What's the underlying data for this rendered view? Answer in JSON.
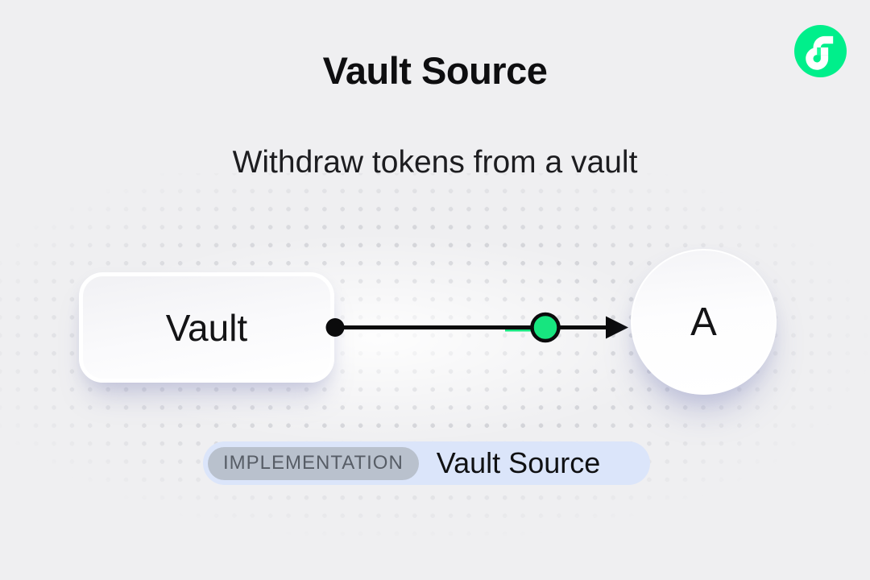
{
  "page": {
    "background_color": "#efeff1",
    "title": "Vault Source",
    "subtitle": "Withdraw tokens from a vault"
  },
  "logo": {
    "name": "Flow",
    "circle_color": "#00EF8B",
    "accent_color": "#16FF99",
    "glyph_color": "#FFFFFF"
  },
  "diagram": {
    "vault_node_label": "Vault",
    "account_node_label": "A",
    "token_color": "#17E57F",
    "connector_color": "#0b0b0c"
  },
  "badge": {
    "tag": "IMPLEMENTATION",
    "label": "Vault Source",
    "background_color": "#dbe5fa",
    "tag_background_color": "#b9c1cd",
    "tag_text_color": "#575d66"
  }
}
